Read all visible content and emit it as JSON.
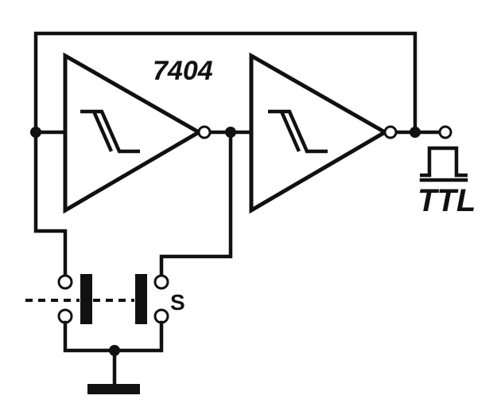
{
  "labels": {
    "ic": "7404",
    "switch": "S",
    "output": "TTL"
  },
  "components": {
    "gates": [
      {
        "type": "schmitt-inverter",
        "index": 1
      },
      {
        "type": "schmitt-inverter",
        "index": 2
      }
    ],
    "switch": {
      "type": "dpdt-push-switch",
      "label_ref": "switch"
    },
    "output_signal": "pulse-waveform-icon",
    "ground": "ground-icon"
  }
}
